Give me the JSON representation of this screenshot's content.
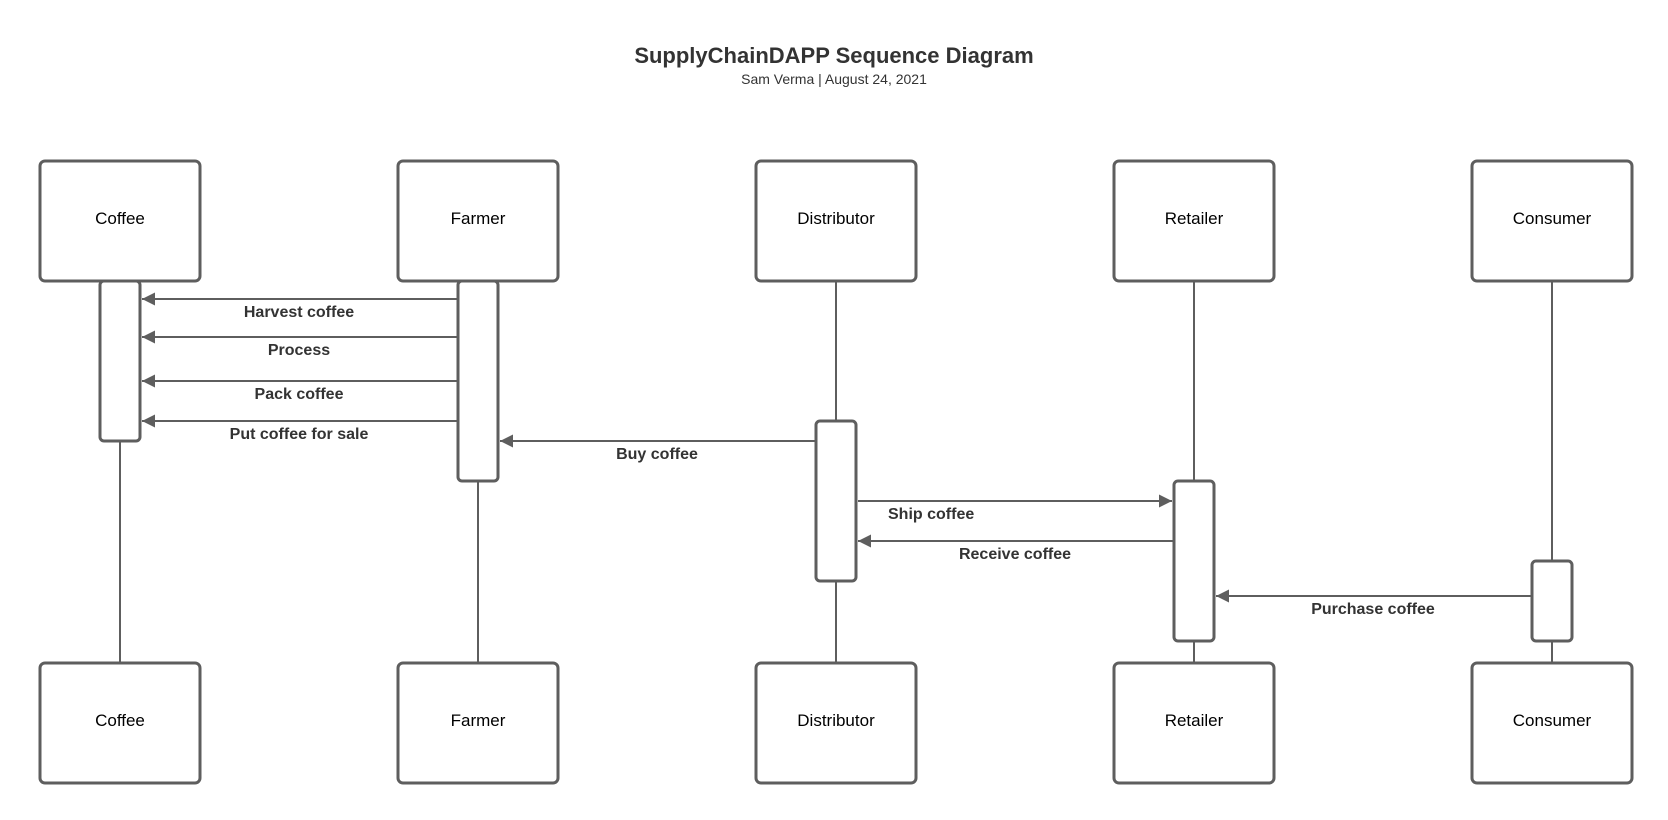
{
  "diagram": {
    "title": "SupplyChainDAPP Sequence Diagram",
    "subtitle": "Sam Verma | August 24, 2021",
    "colors": {
      "stroke": "#5e5e5e",
      "text": "#333333",
      "background": "#ffffff"
    },
    "participants": [
      {
        "label": "Coffee"
      },
      {
        "label": "Farmer"
      },
      {
        "label": "Distributor"
      },
      {
        "label": "Retailer"
      },
      {
        "label": "Consumer"
      }
    ],
    "messages": [
      {
        "label": "Harvest coffee",
        "from": "Farmer",
        "to": "Coffee"
      },
      {
        "label": "Process",
        "from": "Farmer",
        "to": "Coffee"
      },
      {
        "label": "Pack coffee",
        "from": "Farmer",
        "to": "Coffee"
      },
      {
        "label": "Put coffee for sale",
        "from": "Farmer",
        "to": "Coffee"
      },
      {
        "label": "Buy coffee",
        "from": "Distributor",
        "to": "Farmer"
      },
      {
        "label": "Ship coffee",
        "from": "Distributor",
        "to": "Retailer"
      },
      {
        "label": "Receive coffee",
        "from": "Retailer",
        "to": "Distributor"
      },
      {
        "label": "Purchase coffee",
        "from": "Consumer",
        "to": "Retailer"
      }
    ]
  }
}
